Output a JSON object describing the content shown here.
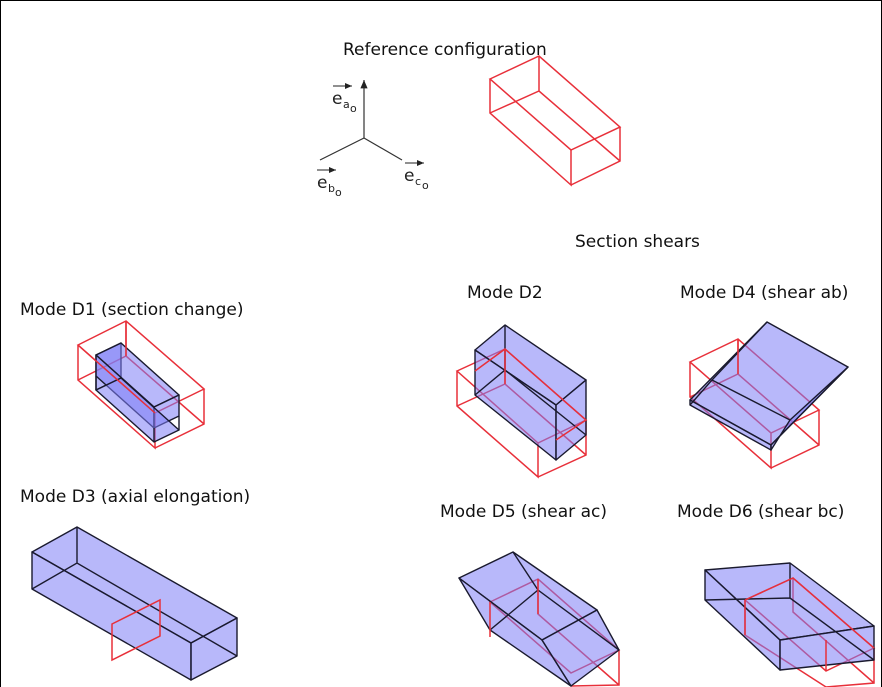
{
  "labels": {
    "reference": "Reference configuration",
    "section_shears": "Section shears",
    "mode_d1": "Mode D1 (section change)",
    "mode_d2": "Mode D2",
    "mode_d3": "Mode D3 (axial elongation)",
    "mode_d4": "Mode D4 (shear ab)",
    "mode_d5": "Mode D5 (shear ac)",
    "mode_d6": "Mode D6 (shear bc)"
  },
  "axes": {
    "a": {
      "base": "e",
      "sub": "a",
      "sub2": "o"
    },
    "b": {
      "base": "e",
      "sub": "b",
      "sub2": "o"
    },
    "c": {
      "base": "e",
      "sub": "c",
      "sub2": "o"
    }
  },
  "colors": {
    "reference_box": "#e8303a",
    "deformed_fill": "#7e7ef6",
    "deformed_edge": "#1a1a2e"
  }
}
